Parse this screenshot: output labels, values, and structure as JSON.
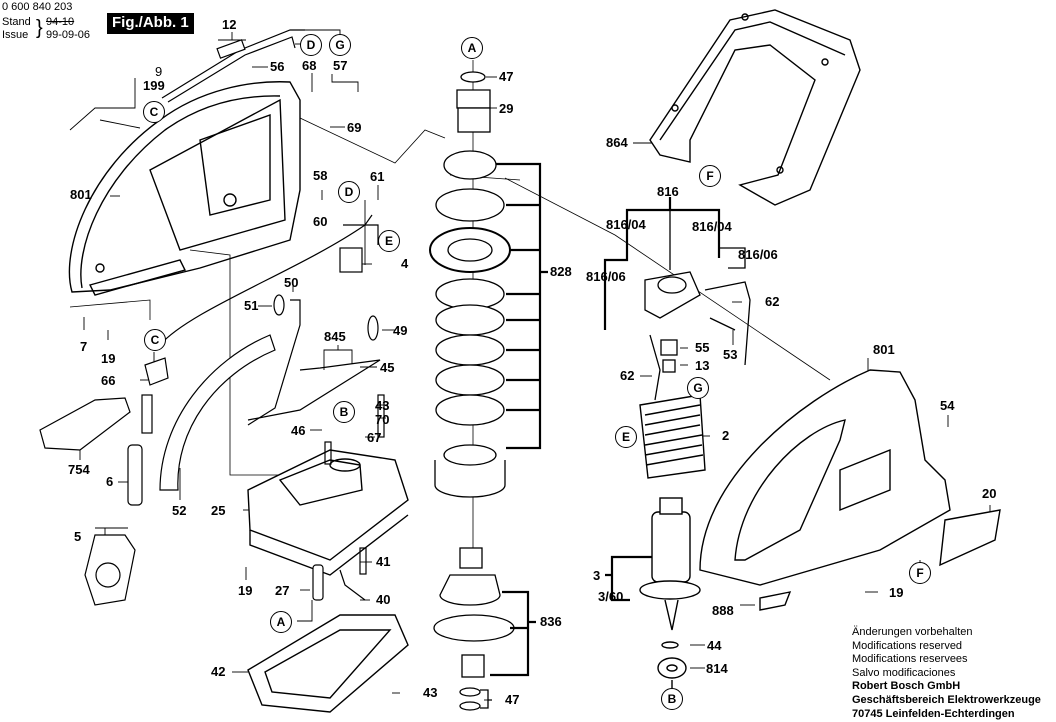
{
  "header": {
    "part_number": "0 600 840 203",
    "stand_label": "Stand",
    "issue_label": "Issue",
    "bracket": "}",
    "stand_value_struck": "94-10",
    "issue_value": "99-09-06",
    "figure_title": "Fig./Abb. 1"
  },
  "callouts": {
    "c12": "12",
    "c56": "56",
    "c68": "68",
    "c57": "57",
    "c69": "69",
    "c9": "9",
    "c199": "199",
    "c801a": "801",
    "c58": "58",
    "c61": "61",
    "c60": "60",
    "c4": "4",
    "c50": "50",
    "c51": "51",
    "c49": "49",
    "c845": "845",
    "c45": "45",
    "c43a": "43",
    "c70": "70",
    "c46": "46",
    "c67": "67",
    "c7": "7",
    "c19a": "19",
    "c66": "66",
    "c754": "754",
    "c6": "6",
    "c52": "52",
    "c25": "25",
    "c5": "5",
    "c19b": "19",
    "c27": "27",
    "c41": "41",
    "c40": "40",
    "c42": "42",
    "c43b": "43",
    "c47a": "47",
    "c29": "29",
    "c828": "828",
    "c836": "836",
    "c47b": "47",
    "c864": "864",
    "c816": "816",
    "c816_04a": "816/04",
    "c816_04b": "816/04",
    "c816_06a": "816/06",
    "c816_06b": "816/06",
    "c62a": "62",
    "c53": "53",
    "c55": "55",
    "c13": "13",
    "c62b": "62",
    "c2": "2",
    "c3": "3",
    "c3_60": "3/60",
    "c44": "44",
    "c814": "814",
    "c888": "888",
    "c801b": "801",
    "c54": "54",
    "c20": "20",
    "c19c": "19"
  },
  "references": {
    "D1": "D",
    "G1": "G",
    "C1": "C",
    "D2": "D",
    "E1": "E",
    "C2": "C",
    "B1": "B",
    "A1": "A",
    "A2": "A",
    "F1": "F",
    "G2": "G",
    "E2": "E",
    "B2": "B",
    "F2": "F"
  },
  "notes": {
    "line1": "Änderungen vorbehalten",
    "line2": "Modifications reserved",
    "line3": "Modifications reservees",
    "line4": "Salvo modificaciones",
    "company": "Robert Bosch GmbH",
    "division": "Geschäftsbereich Elektrowerkzeuge",
    "address": "70745 Leinfelden-Echterdingen"
  }
}
